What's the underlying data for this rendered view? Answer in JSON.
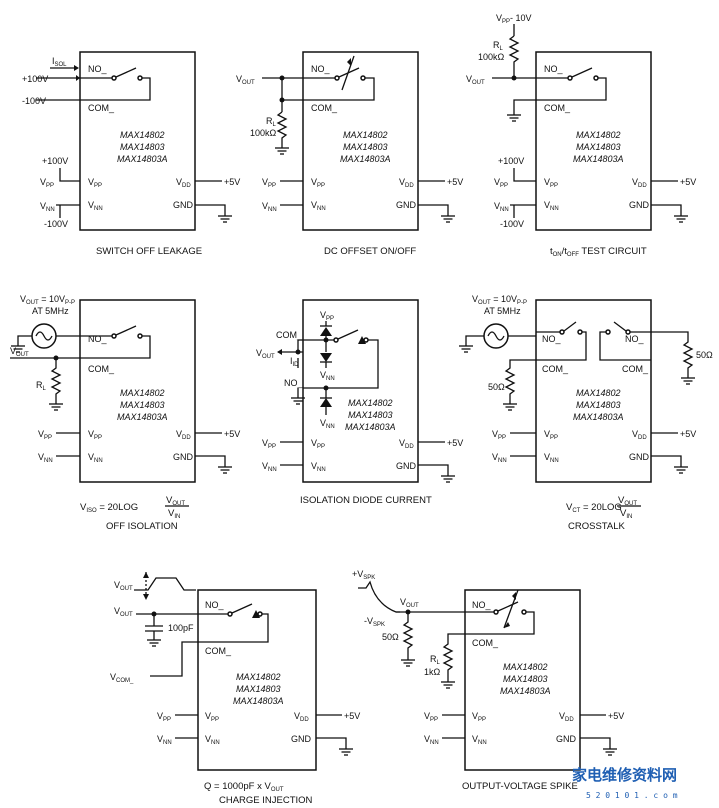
{
  "chip_names": [
    "MAX14802",
    "MAX14803",
    "MAX14803A"
  ],
  "pins": {
    "no": "NO_",
    "com": "COM_",
    "vpp": "V",
    "vpp_sub": "PP",
    "vnn": "V",
    "vnn_sub": "NN",
    "vdd": "V",
    "vdd_sub": "DD",
    "gnd": "GND"
  },
  "supply": {
    "plus5v": "+5V",
    "plus100v": "+100V",
    "minus100v": "-100V"
  },
  "circuits": {
    "switch_off_leakage": {
      "caption": "SWITCH OFF LEAKAGE",
      "isol": "I",
      "isol_sub": "SOL",
      "in_plus": "+100V",
      "in_minus": "-100V"
    },
    "dc_offset": {
      "caption": "DC OFFSET ON/OFF",
      "vout": "V",
      "vout_sub": "OUT",
      "rl": "R",
      "rl_sub": "L",
      "rl_val": "100kΩ"
    },
    "ton_toff": {
      "caption_t": "t",
      "caption_on": "ON",
      "caption_sep": "/t",
      "caption_off": "OFF",
      "caption_rest": " TEST CIRCUIT",
      "vpp_minus": "- 10V",
      "rl": "R",
      "rl_sub": "L",
      "rl_val": "100kΩ",
      "vout": "V",
      "vout_sub": "OUT"
    },
    "off_isolation": {
      "caption": "OFF ISOLATION",
      "src_label": "V",
      "src_sub": "OUT",
      "src_val": " = 10V",
      "src_val_sub": "P-P",
      "src_freq": "AT 5MHz",
      "vout": "V",
      "vout_sub": "OUT",
      "rl": "R",
      "rl_sub": "L",
      "formula_lhs": "V",
      "formula_lhs_sub": "ISO",
      "formula_eq": " = 20LOG",
      "formula_num": "V",
      "formula_num_sub": "OUT",
      "formula_den": "V",
      "formula_den_sub": "IN"
    },
    "isolation_diode": {
      "caption": "ISOLATION DIODE CURRENT",
      "com": "COM_",
      "no": "NO_",
      "vout": "V",
      "vout_sub": "OUT",
      "iid": "I",
      "iid_sub": "ID",
      "vpp": "V",
      "vpp_sub": "PP",
      "vnn": "V",
      "vnn_sub": "NN"
    },
    "crosstalk": {
      "caption": "CROSSTALK",
      "src_label": "V",
      "src_sub": "OUT",
      "src_val": " = 10V",
      "src_val_sub": "P-P",
      "src_freq": "AT 5MHz",
      "r1": "50Ω",
      "r2": "50Ω",
      "formula_lhs": "V",
      "formula_lhs_sub": "CT",
      "formula_eq": " = 20LOG",
      "formula_num": "V",
      "formula_num_sub": "OUT",
      "formula_den": "V",
      "formula_den_sub": "IN"
    },
    "charge_injection": {
      "caption": "CHARGE INJECTION",
      "formula": "Q = 1000pF x V",
      "formula_sub": "OUT",
      "vout1": "V",
      "vout1_sub": "OUT",
      "vout2": "V",
      "vout2_sub": "OUT",
      "cap": "100pF",
      "vcom": "V",
      "vcom_sub": "COM_"
    },
    "output_spike": {
      "caption": "OUTPUT-VOLTAGE SPIKE",
      "vspk_plus": "+V",
      "vspk_plus_sub": "SPK",
      "vspk_minus": "-V",
      "vspk_minus_sub": "SPK",
      "vout": "V",
      "vout_sub": "OUT",
      "r1": "50Ω",
      "rl": "R",
      "rl_sub": "L",
      "rl_val": "1kΩ"
    }
  },
  "watermark": {
    "text": "家电维修资料网",
    "sub": "5 2 0 1 0 1 . c o m"
  }
}
